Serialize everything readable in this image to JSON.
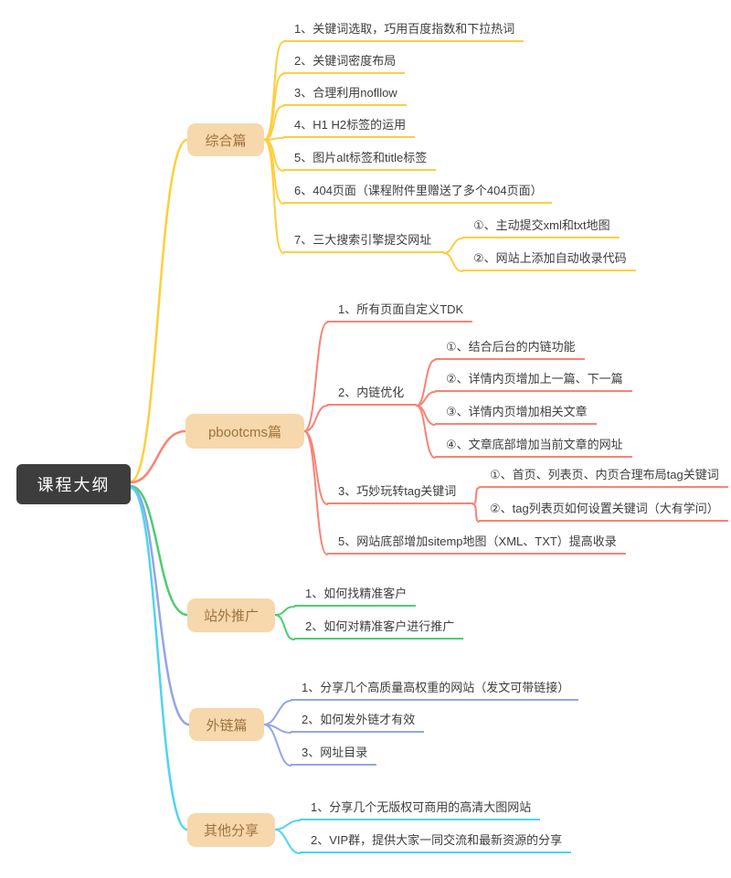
{
  "root": {
    "label": "课程大纲"
  },
  "colors": {
    "background": "#FFFFFF",
    "root_bg": "#3D3D3D",
    "root_text": "#FFFFFF",
    "topic_bg": "#F6D8AC",
    "topic_text": "#A0713C",
    "leaf_text": "#3D3D3D"
  },
  "branches": [
    {
      "label": "综合篇",
      "color": "#FFCE3E",
      "items": [
        {
          "label": "1、关键词选取，巧用百度指数和下拉热词"
        },
        {
          "label": "2、关键词密度布局"
        },
        {
          "label": "3、合理利用nofllow"
        },
        {
          "label": "4、H1 H2标签的运用"
        },
        {
          "label": "5、图片alt标签和title标签"
        },
        {
          "label": "6、404页面（课程附件里赠送了多个404页面）"
        },
        {
          "label": "7、三大搜索引擎提交网址",
          "children": [
            {
              "label": "①、主动提交xml和txt地图"
            },
            {
              "label": "②、网站上添加自动收录代码"
            }
          ]
        }
      ]
    },
    {
      "label": "pbootcms篇",
      "color": "#FB8273",
      "items": [
        {
          "label": "1、所有页面自定义TDK"
        },
        {
          "label": "2、内链优化",
          "children": [
            {
              "label": "①、结合后台的内链功能"
            },
            {
              "label": "②、详情内页增加上一篇、下一篇"
            },
            {
              "label": "③、详情内页增加相关文章"
            },
            {
              "label": "④、文章底部增加当前文章的网址"
            }
          ]
        },
        {
          "label": "3、巧妙玩转tag关键词",
          "children": [
            {
              "label": "①、首页、列表页、内页合理布局tag关键词"
            },
            {
              "label": "②、tag列表页如何设置关键词（大有学问）"
            }
          ]
        },
        {
          "label": "5、网站底部增加sitemp地图（XML、TXT）提高收录"
        }
      ]
    },
    {
      "label": "站外推广",
      "color": "#4DCD73",
      "items": [
        {
          "label": "1、如何找精准客户"
        },
        {
          "label": "2、如何对精准客户进行推广"
        }
      ]
    },
    {
      "label": "外链篇",
      "color": "#94A5E8",
      "items": [
        {
          "label": "1、分享几个高质量高权重的网站（发文可带链接）"
        },
        {
          "label": "2、如何发外链才有效"
        },
        {
          "label": "3、网址目录"
        }
      ]
    },
    {
      "label": "其他分享",
      "color": "#4ED4F0",
      "items": [
        {
          "label": "1、分享几个无版权可商用的高清大图网站"
        },
        {
          "label": "2、VIP群，提供大家一同交流和最新资源的分享"
        }
      ]
    }
  ]
}
